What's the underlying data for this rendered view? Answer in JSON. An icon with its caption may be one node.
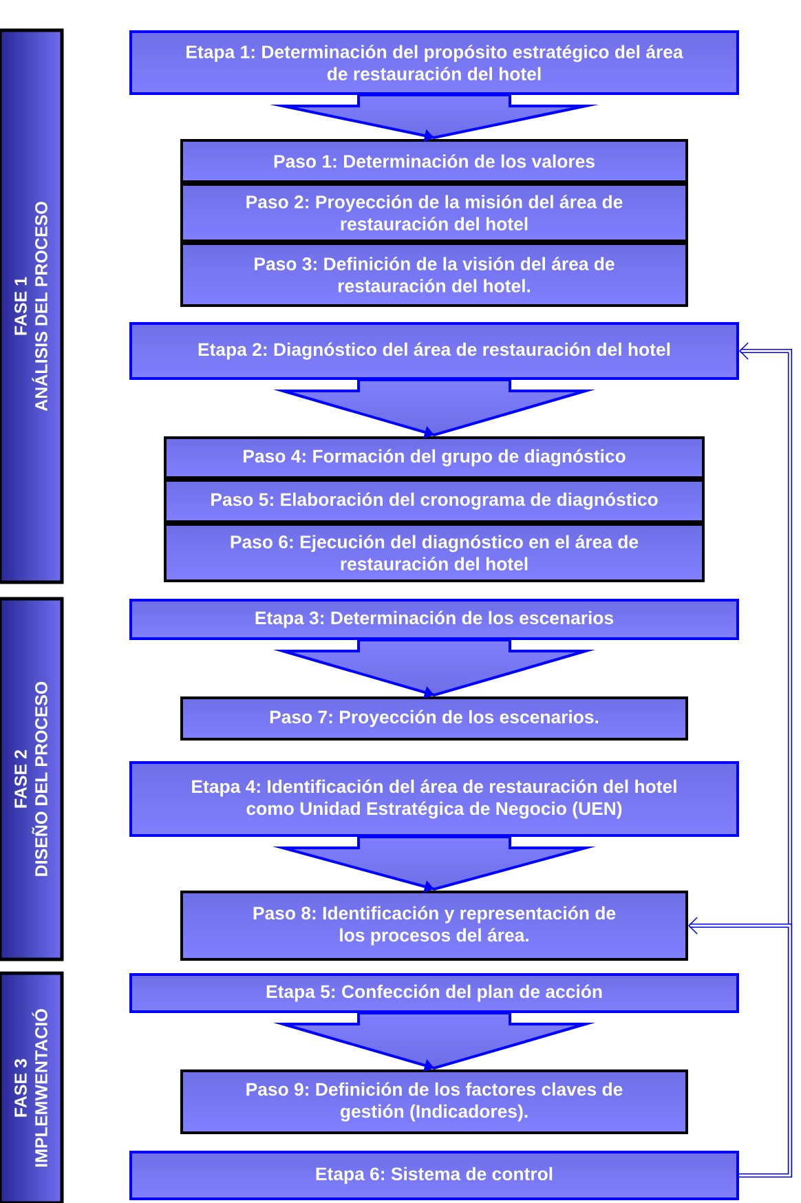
{
  "diagram": {
    "nodes": [
      {
        "text": [
          "FASE 1",
          "ANÁLISIS DEL PROCESO"
        ]
      },
      {
        "text": [
          "FASE 2",
          "DISEÑO DEL PROCESO"
        ]
      },
      {
        "text": [
          "FASE 3",
          "IMPLEMWENTACIÓ"
        ]
      },
      {
        "text": [
          "Etapa 1: Determinación del propósito estratégico del área de restauración del hotel"
        ]
      },
      {
        "text": [
          "Paso 1: Determinación de los valores"
        ]
      },
      {
        "text": [
          "Paso 2: Proyección de la misión del área de restauración del hotel"
        ]
      },
      {
        "text": [
          "Paso 3: Definición de la visión del área de restauración del hotel."
        ]
      },
      {
        "text": [
          "Etapa 2: Diagnóstico del área de restauración del hotel"
        ]
      },
      {
        "text": [
          "Paso 4: Formación del grupo de diagnóstico"
        ]
      },
      {
        "text": [
          "Paso 5: Elaboración del cronograma de diagnóstico"
        ]
      },
      {
        "text": [
          "Paso 6: Ejecución del diagnóstico en el área de restauración del hotel"
        ]
      },
      {
        "text": [
          "Etapa 3: Determinación de los escenarios"
        ]
      },
      {
        "text": [
          "Paso 7: Proyección de los escenarios."
        ]
      },
      {
        "text": [
          "Etapa 4: Identificación del área de restauración del hotel como Unidad Estratégica de Negocio (UEN)"
        ]
      },
      {
        "text": [
          "Paso 8: Identificación y representación de los procesos del área."
        ]
      },
      {
        "text": [
          "Etapa 5: Confección del plan de acción"
        ]
      },
      {
        "text": [
          "Paso 9: Definición de los factores claves de gestión (Indicadores)."
        ]
      },
      {
        "text": [
          "Etapa 6: Sistema de control"
        ]
      }
    ],
    "edges": [
      {
        "from": 3,
        "to": 4,
        "arrow": "to"
      },
      {
        "from": 7,
        "to": 8,
        "arrow": "to"
      },
      {
        "from": 11,
        "to": 12,
        "arrow": "to"
      },
      {
        "from": 13,
        "to": 14,
        "arrow": "to"
      },
      {
        "from": 15,
        "to": 16,
        "arrow": "to"
      },
      {
        "from": 17,
        "to": 7,
        "arrow": "to"
      },
      {
        "from": 17,
        "to": 14,
        "arrow": "to"
      }
    ]
  }
}
